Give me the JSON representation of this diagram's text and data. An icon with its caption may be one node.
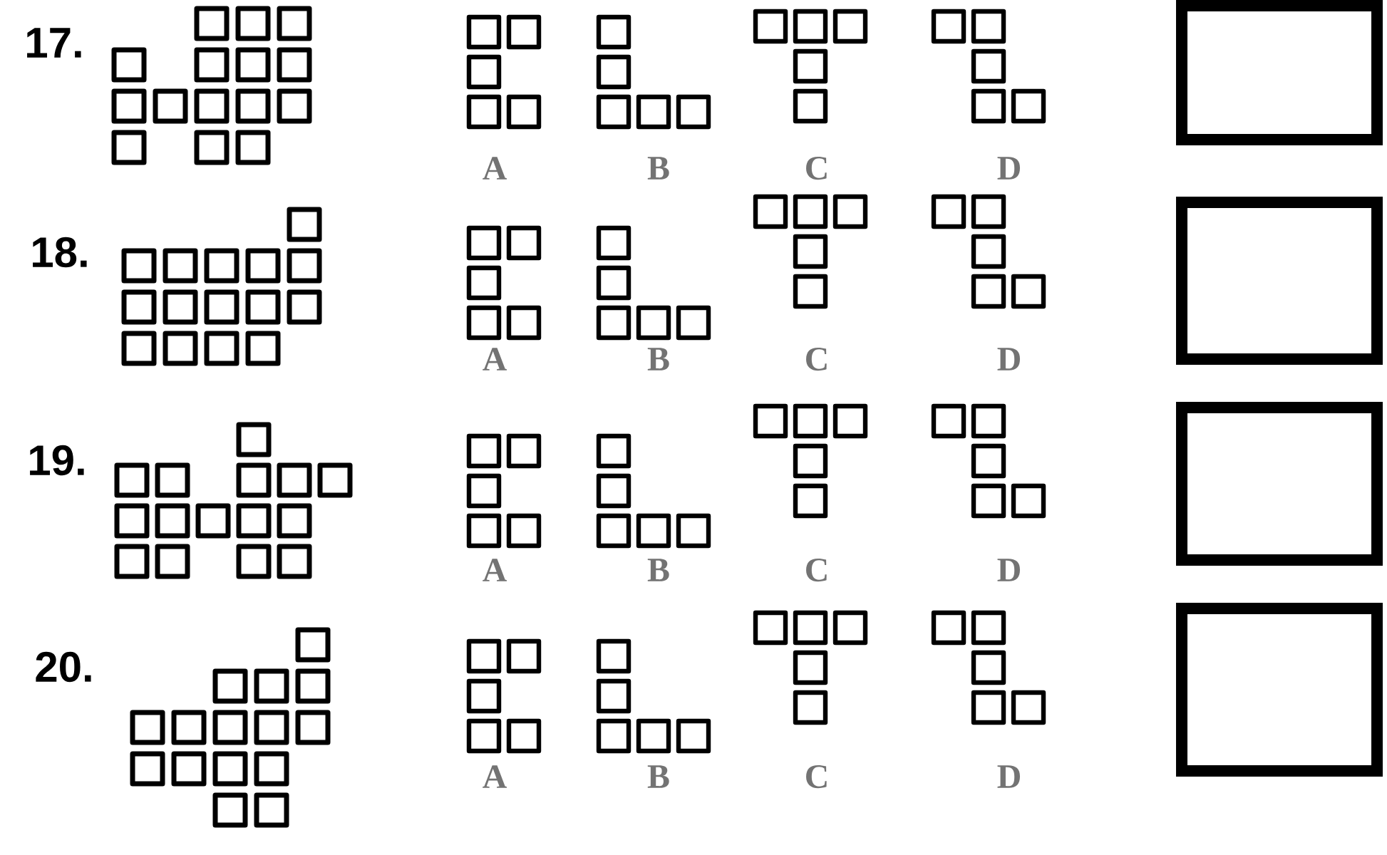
{
  "diagram": {
    "nodes": [
      {
        "text": [],
        "shape": "box"
      },
      {
        "text": [],
        "shape": "box"
      },
      {
        "text": [],
        "shape": "box"
      },
      {
        "text": [],
        "shape": "box"
      }
    ],
    "edges": [],
    "labels": [
      "17.",
      "A",
      "B",
      "C",
      "D",
      "18.",
      "A",
      "B",
      "C",
      "D",
      "19.",
      "A",
      "B",
      "C",
      "D",
      "20.",
      "A",
      "B",
      "C",
      "D"
    ]
  }
}
